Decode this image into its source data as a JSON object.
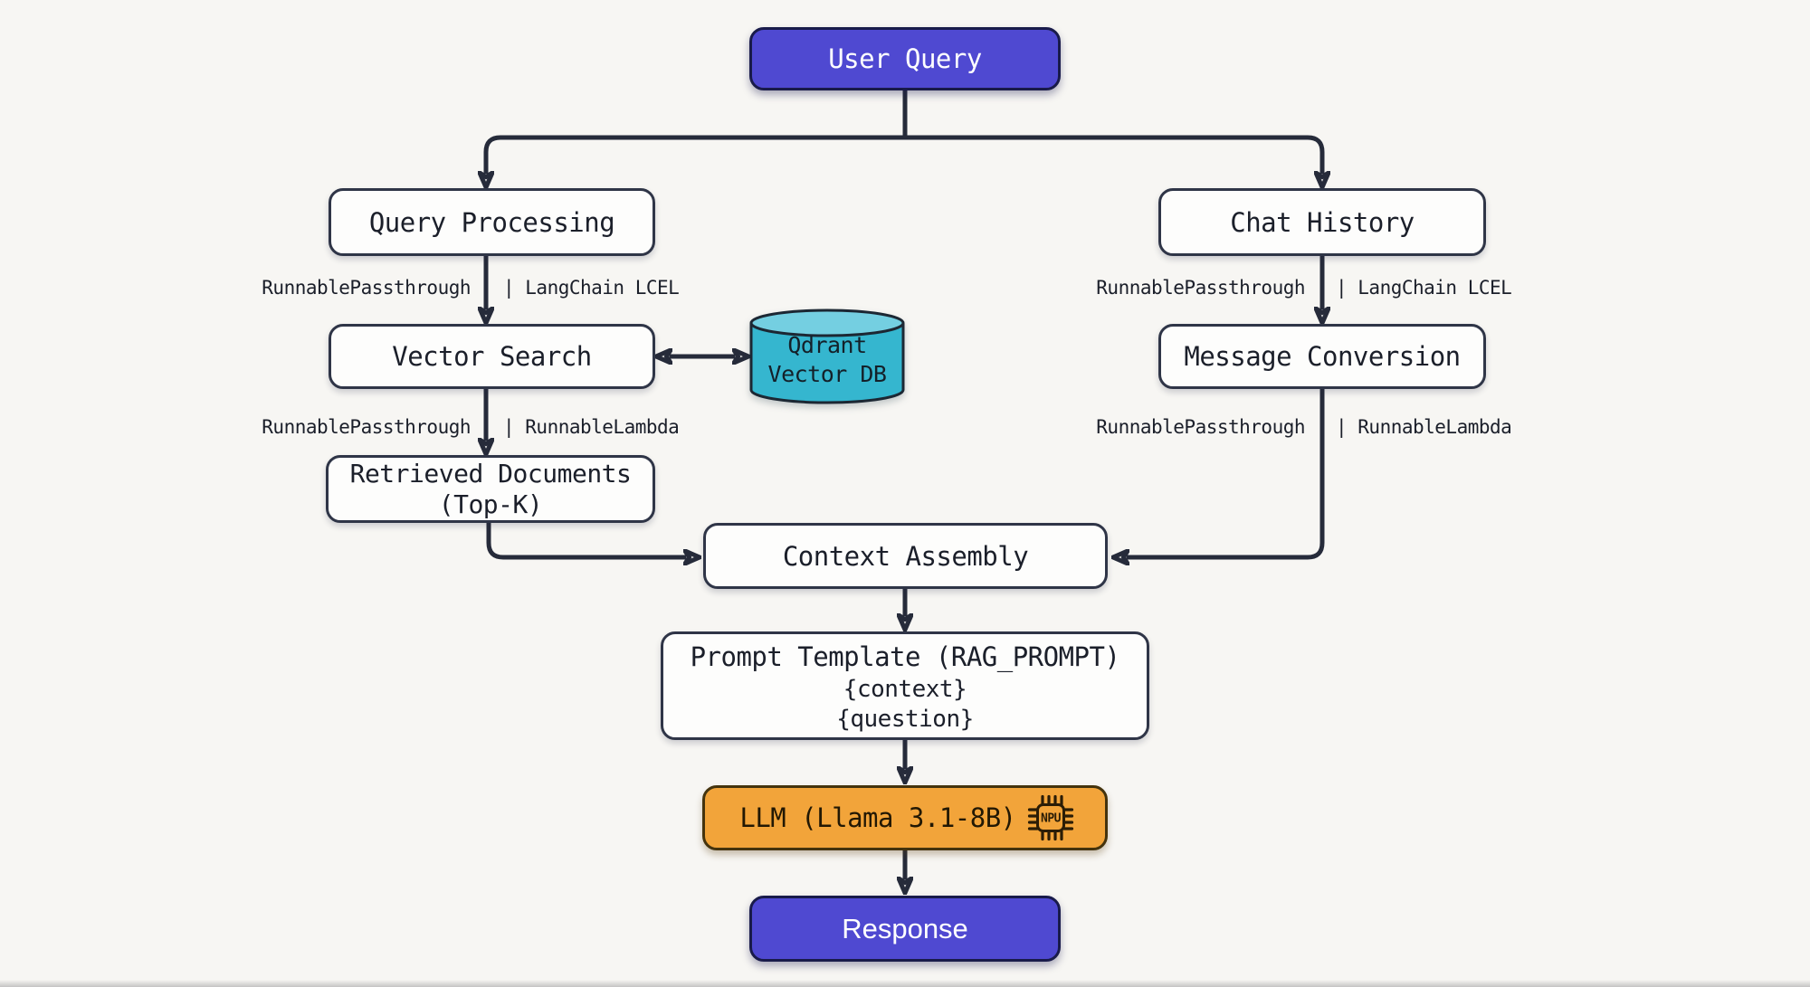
{
  "colors": {
    "background": "#f7f6f3",
    "line": "#262b3a",
    "node_fill": "#fdfdfc",
    "node_border": "#2f3547",
    "accent_purple": "#4f49d1",
    "purple_border": "#191b4a",
    "accent_orange": "#f2a43a",
    "orange_border": "#44330d",
    "cylinder_body": "#35b6cf",
    "cylinder_top": "#74cfe1",
    "text_dark": "#1b1f2a",
    "text_light": "#ffffff"
  },
  "nodes": {
    "user_query": {
      "label": "User Query"
    },
    "query_processing": {
      "label": "Query Processing"
    },
    "chat_history": {
      "label": "Chat History"
    },
    "vector_search": {
      "label": "Vector Search"
    },
    "qdrant_db": {
      "line1": "Qdrant",
      "line2": "Vector DB"
    },
    "message_conversion": {
      "label": "Message Conversion"
    },
    "retrieved_documents": {
      "line1": "Retrieved Documents",
      "line2": "(Top-K)"
    },
    "context_assembly": {
      "label": "Context Assembly"
    },
    "prompt_template": {
      "line1": "Prompt Template (RAG_PROMPT)",
      "line2": "{context}",
      "line3": "{question}"
    },
    "llm": {
      "label": "LLM (Llama 3.1-8B)",
      "chip_label": "NPU"
    },
    "response": {
      "label": "Response"
    }
  },
  "edge_labels": {
    "left_upper": {
      "left": "RunnablePassthrough",
      "right": "| LangChain LCEL"
    },
    "left_lower": {
      "left": "RunnablePassthrough",
      "right": "| RunnableLambda"
    },
    "right_upper": {
      "left": "RunnablePassthrough",
      "right": "| LangChain LCEL"
    },
    "right_lower": {
      "left": "RunnablePassthrough",
      "right": "| RunnableLambda"
    }
  }
}
